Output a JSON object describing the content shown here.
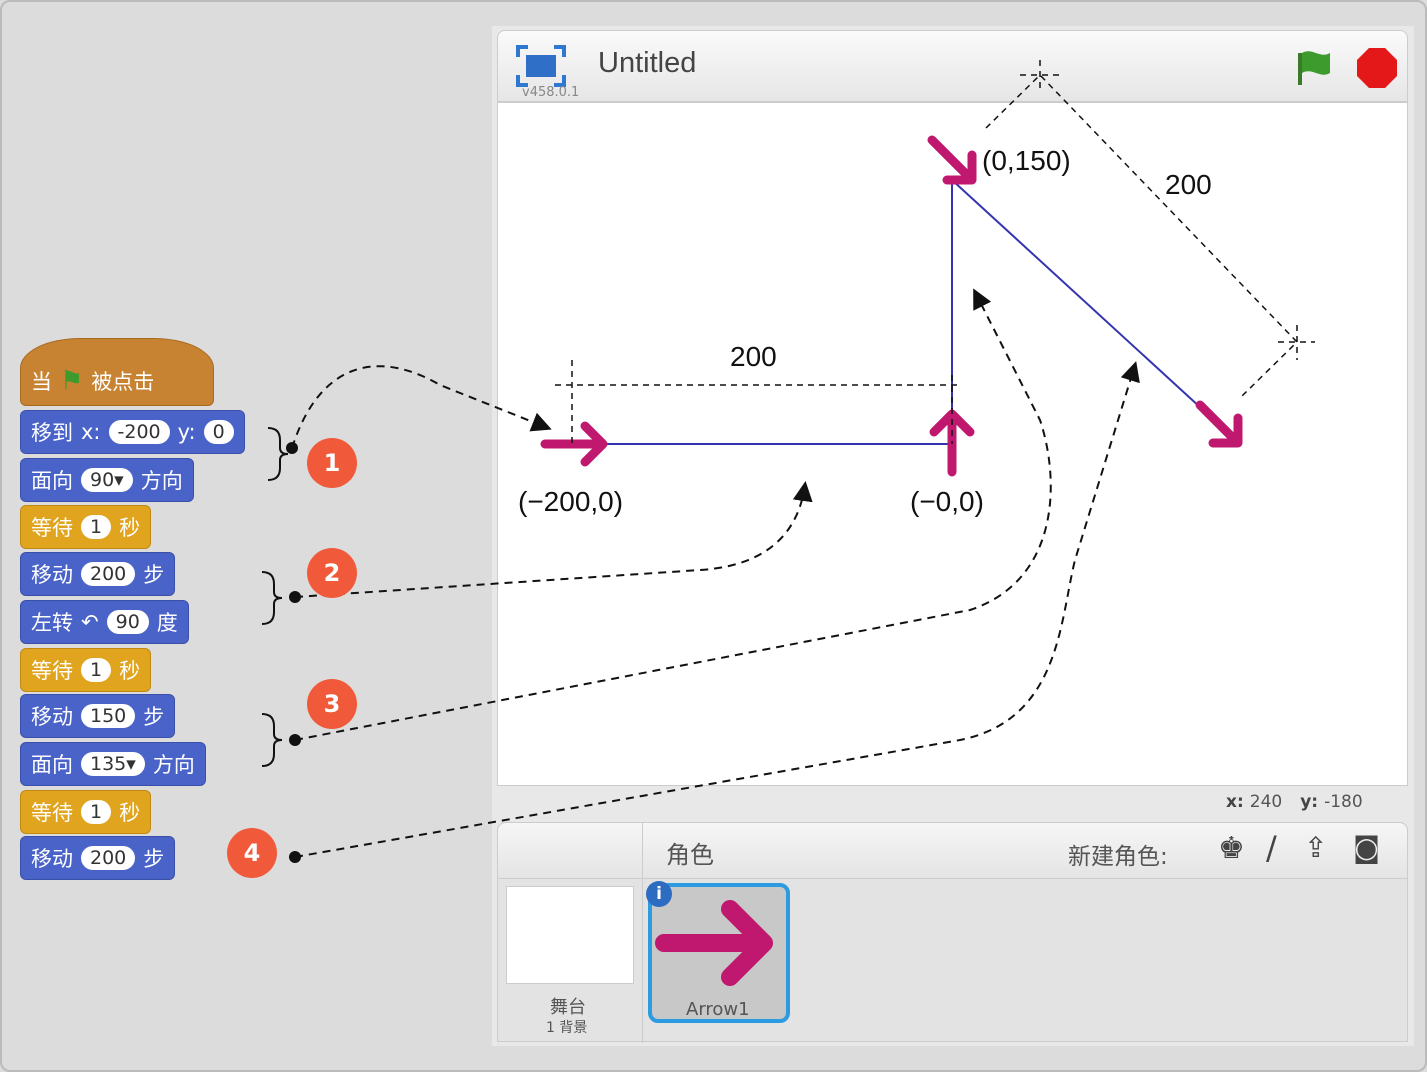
{
  "header": {
    "title": "Untitled",
    "version": "v458.0.1"
  },
  "stage": {
    "coords": {
      "x_label": "x:",
      "x": "240",
      "y_label": "y:",
      "y": "-180"
    },
    "labels": {
      "start": "(−200,0)",
      "corner1": "(−0,0)",
      "corner2": "(0,150)",
      "dim1": "200",
      "dim2": "200"
    }
  },
  "sprites_panel": {
    "title": "角色",
    "new_sprite": "新建角色:",
    "stage_label": "舞台",
    "stage_sub": "1 背景",
    "sprite_name": "Arrow1"
  },
  "script": {
    "hat": {
      "pre": "当",
      "post": "被点击"
    },
    "goto": {
      "label": "移到",
      "x_label": "x:",
      "x": "-200",
      "y_label": "y:",
      "y": "0"
    },
    "point1": {
      "label": "面向",
      "value": "90▾",
      "suffix": "方向"
    },
    "wait1": {
      "label": "等待",
      "value": "1",
      "suffix": "秒"
    },
    "move1": {
      "label": "移动",
      "value": "200",
      "suffix": "步"
    },
    "turn": {
      "label": "左转",
      "value": "90",
      "suffix": "度"
    },
    "wait2": {
      "label": "等待",
      "value": "1",
      "suffix": "秒"
    },
    "move2": {
      "label": "移动",
      "value": "150",
      "suffix": "步"
    },
    "point2": {
      "label": "面向",
      "value": "135▾",
      "suffix": "方向"
    },
    "wait3": {
      "label": "等待",
      "value": "1",
      "suffix": "秒"
    },
    "move3": {
      "label": "移动",
      "value": "200",
      "suffix": "步"
    }
  },
  "annotations": [
    "1",
    "2",
    "3",
    "4"
  ],
  "colors": {
    "motion": "#4a63c9",
    "control": "#e0a41e",
    "event": "#c78332",
    "badge": "#f05a3a",
    "sprite": "#c0186f"
  }
}
